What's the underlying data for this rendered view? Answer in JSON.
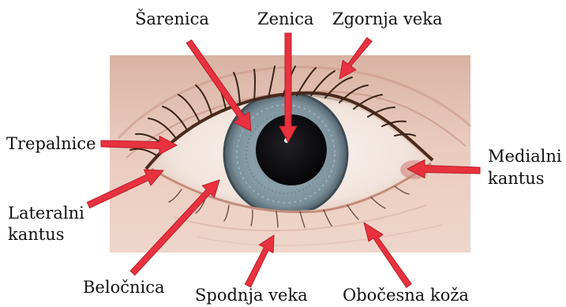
{
  "labels": {
    "sarenica": "Šarenica",
    "zenica": "Zenica",
    "zgornja_veka": "Zgornja veka",
    "trepalnice": "Trepalnice",
    "medialni_kantus_1": "Medialni",
    "medialni_kantus_2": "kantus",
    "lateralni_kantus_1": "Lateralni",
    "lateralni_kantus_2": "kantus",
    "belocnica": "Beločnica",
    "spodnja_veka": "Spodnja veka",
    "obocesna_koza": "Obočesna koža"
  },
  "colors": {
    "arrow": "#e8323f",
    "arrow_outline": "#b81f2a",
    "skin": "#e8c6b8",
    "iris": "#7f95a0",
    "pupil": "#0d0d10",
    "sclera": "#f4ebe6",
    "lash": "#3a2418"
  }
}
